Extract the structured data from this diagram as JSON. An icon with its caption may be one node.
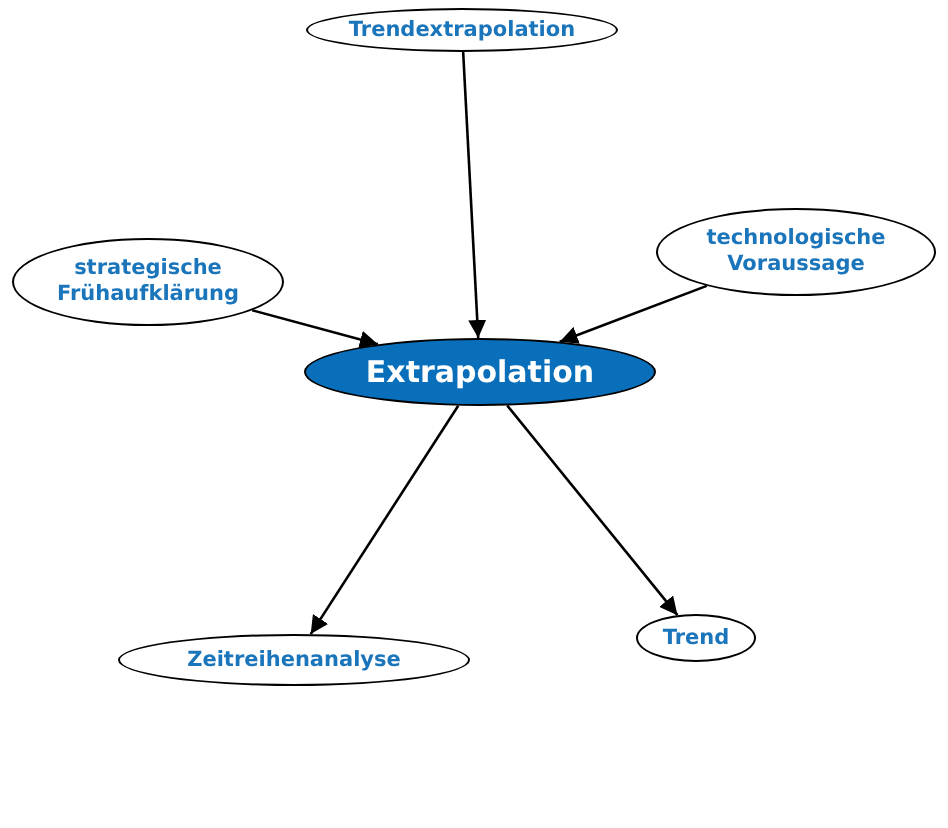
{
  "diagram": {
    "nodes": [
      {
        "text": [
          "Extrapolation"
        ]
      },
      {
        "text": [
          "Trendextrapolation"
        ]
      },
      {
        "text": [
          "strategische Frühaufklärung"
        ]
      },
      {
        "text": [
          "technologische Voraussage"
        ]
      },
      {
        "text": [
          "Zeitreihenanalyse"
        ]
      },
      {
        "text": [
          "Trend"
        ]
      }
    ],
    "edges": [
      {
        "from": 1,
        "to": 0,
        "arrow": "to"
      },
      {
        "from": 2,
        "to": 0,
        "arrow": "to"
      },
      {
        "from": 3,
        "to": 0,
        "arrow": "to"
      },
      {
        "from": 0,
        "to": 4,
        "arrow": "to"
      },
      {
        "from": 0,
        "to": 5,
        "arrow": "to"
      }
    ]
  }
}
